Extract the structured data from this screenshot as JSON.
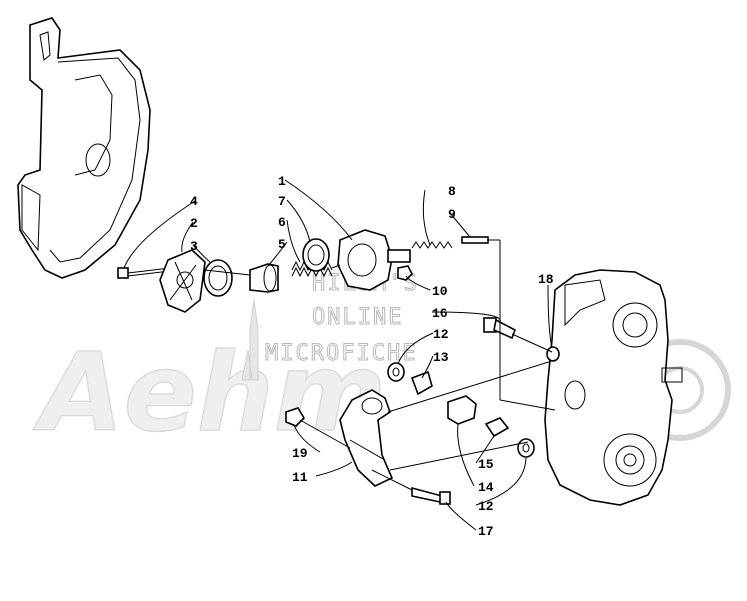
{
  "watermark": {
    "brand": "Aehm",
    "line1": "HILSM'S",
    "line2": "ONLINE",
    "line3": "MICROFICHE"
  },
  "callouts": [
    {
      "id": "c1",
      "text": "1"
    },
    {
      "id": "c7",
      "text": "7"
    },
    {
      "id": "c6",
      "text": "6"
    },
    {
      "id": "c5",
      "text": "5"
    },
    {
      "id": "c4",
      "text": "4"
    },
    {
      "id": "c2",
      "text": "2"
    },
    {
      "id": "c3",
      "text": "3"
    },
    {
      "id": "c8",
      "text": "8"
    },
    {
      "id": "c9",
      "text": "9"
    },
    {
      "id": "c10",
      "text": "10"
    },
    {
      "id": "c16",
      "text": "16"
    },
    {
      "id": "c18",
      "text": "18"
    },
    {
      "id": "c12a",
      "text": "12"
    },
    {
      "id": "c13",
      "text": "13"
    },
    {
      "id": "c19",
      "text": "19"
    },
    {
      "id": "c11",
      "text": "11"
    },
    {
      "id": "c15",
      "text": "15"
    },
    {
      "id": "c14",
      "text": "14"
    },
    {
      "id": "c12b",
      "text": "12"
    },
    {
      "id": "c17",
      "text": "17"
    }
  ]
}
